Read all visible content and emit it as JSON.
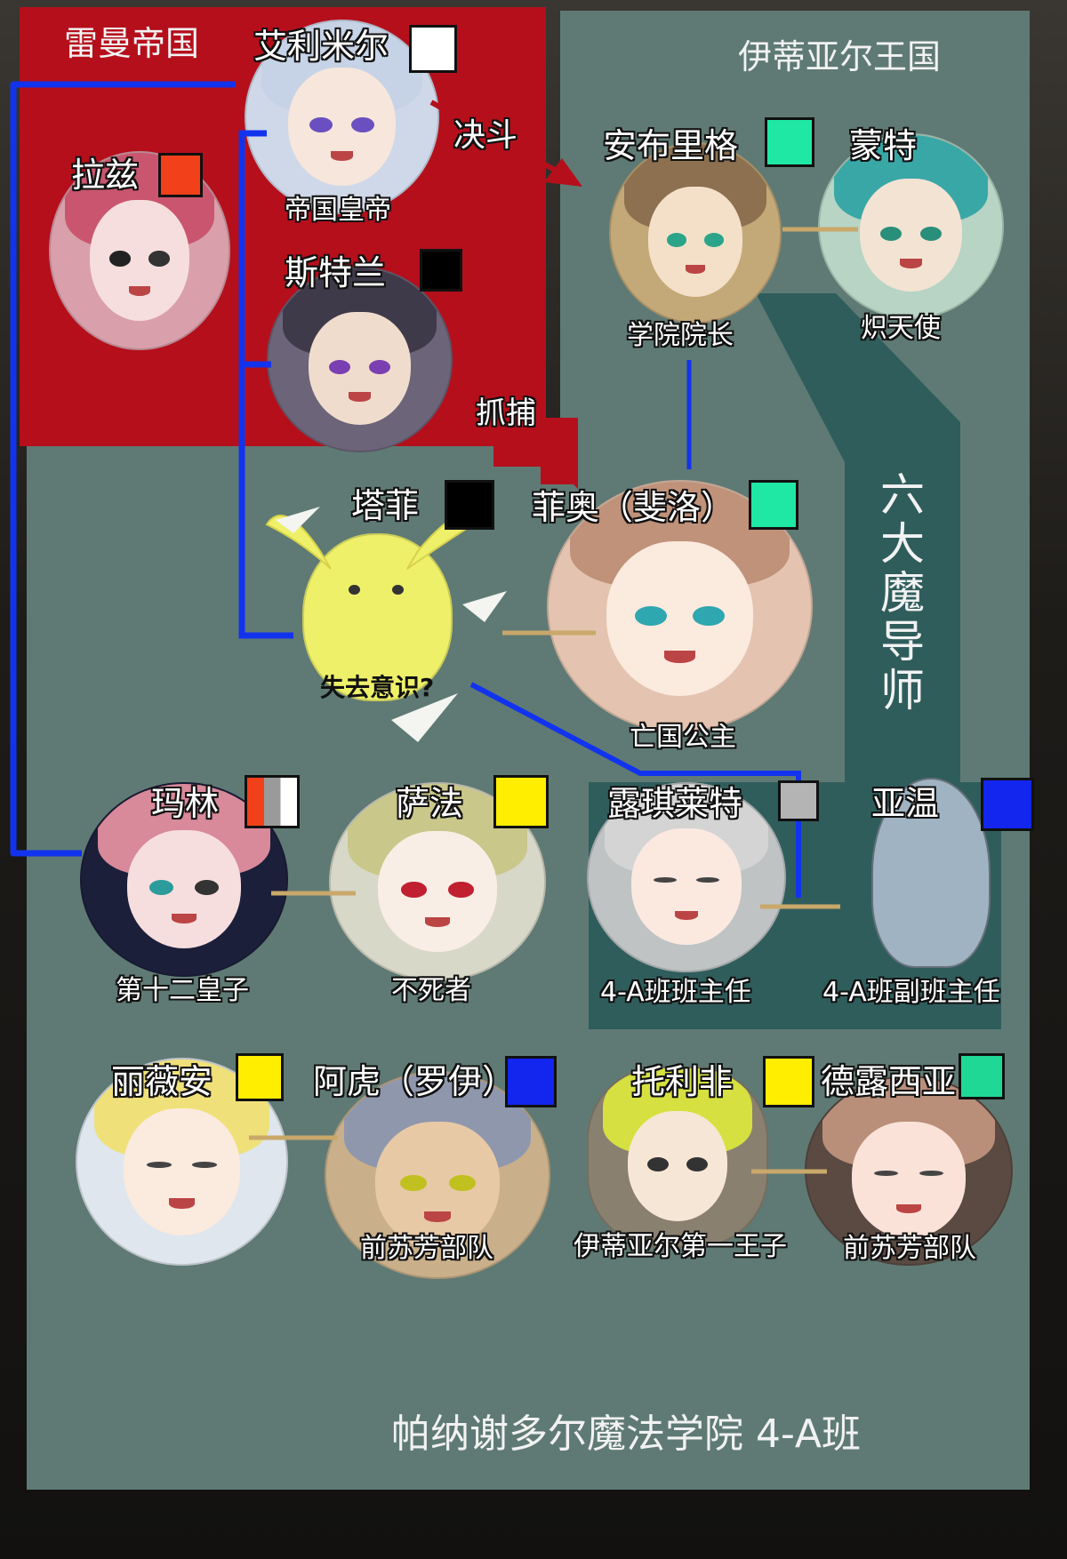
{
  "regions": {
    "empire": "雷曼帝国",
    "kingdom": "伊蒂亚尔王国",
    "mages": "六大魔导师",
    "class": "帕纳谢多尔魔法学院 4-A班"
  },
  "relations": {
    "duel": "决斗",
    "arrest": "抓捕"
  },
  "characters": {
    "emilmir": {
      "name": "艾利米尔",
      "title": "帝国皇帝",
      "colors": [
        "#ffffff"
      ]
    },
    "laz": {
      "name": "拉兹",
      "title": "",
      "colors": [
        "#f2401a"
      ]
    },
    "stran": {
      "name": "斯特兰",
      "title": "",
      "colors": [
        "#000000"
      ]
    },
    "anbrig": {
      "name": "安布里格",
      "title": "学院院长",
      "colors": [
        "#1fe8a4"
      ]
    },
    "monte": {
      "name": "蒙特",
      "title": "炽天使",
      "colors": []
    },
    "taffy": {
      "name": "塔菲",
      "title": "",
      "colors": [
        "#000000"
      ],
      "note": "失去意识?"
    },
    "fio": {
      "name": "菲奥（斐洛）",
      "title": "亡国公主",
      "colors": [
        "#1fe8a4"
      ]
    },
    "marin": {
      "name": "玛林",
      "title": "第十二皇子",
      "colors": [
        "#f2401a",
        "#9a9a9a",
        "#ffffff"
      ]
    },
    "safa": {
      "name": "萨法",
      "title": "不死者",
      "colors": [
        "#ffee00"
      ]
    },
    "lucille": {
      "name": "露琪莱特",
      "title": "4-A班班主任",
      "colors": [
        "#b4b4b4"
      ]
    },
    "awen": {
      "name": "亚温",
      "title": "4-A班副班主任",
      "colors": [
        "#1226ee"
      ]
    },
    "livian": {
      "name": "丽薇安",
      "title": "",
      "colors": [
        "#ffee00"
      ]
    },
    "ahu": {
      "name": "阿虎（罗伊）",
      "title": "前苏芳部队",
      "colors": [
        "#1226ee"
      ]
    },
    "tolifi": {
      "name": "托利非",
      "title": "伊蒂亚尔第一王子",
      "colors": [
        "#ffee00"
      ]
    },
    "delucia": {
      "name": "德露西亚",
      "title": "前苏芳部队",
      "colors": [
        "#1fd896"
      ]
    }
  }
}
